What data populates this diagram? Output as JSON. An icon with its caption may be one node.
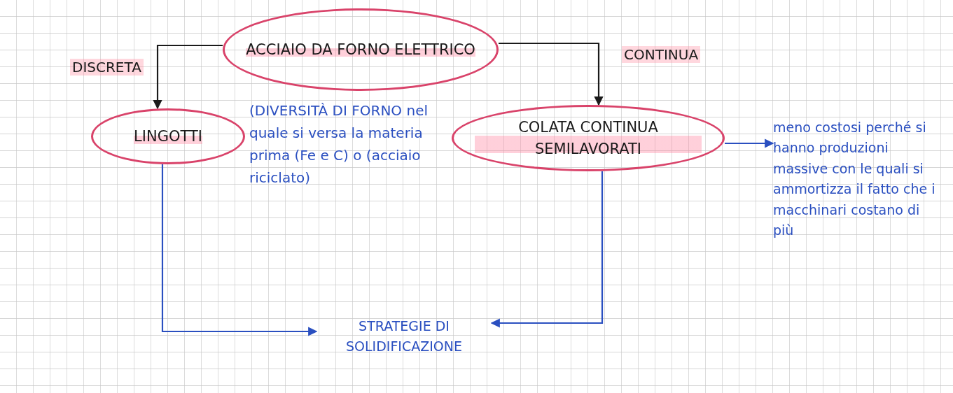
{
  "diagram": {
    "nodes": [
      {
        "text": [
          "ACCIAIO DA FORNO ELETTRICO"
        ]
      },
      {
        "text": [
          "LINGOTTI"
        ]
      },
      {
        "text": [
          "COLATA CONTINUA SEMILAVORATI"
        ]
      },
      {
        "text": [
          "meno costosi perché si hanno produzioni massive con le quali si ammortizza il fatto che i macchinari costano di più"
        ]
      },
      {
        "text": [
          "STRATEGIE DI SOLIDIFICAZIONE"
        ]
      }
    ],
    "edges": [
      {
        "from": 0,
        "to": 1,
        "arrow": "to",
        "label": "DISCRETA",
        "color": "#1a1a1a"
      },
      {
        "from": 0,
        "to": 2,
        "arrow": "to",
        "label": "CONTINUA",
        "color": "#1a1a1a"
      },
      {
        "from": 2,
        "to": 3,
        "arrow": "to"
      },
      {
        "from": 1,
        "to": 4,
        "arrow": "to"
      },
      {
        "from": 2,
        "to": 4,
        "arrow": "to"
      }
    ],
    "labels": [
      "(DIVERSITÀ DI FORNO nel quale si versa la materia prima (Fe e C) o (acciaio riciclato)"
    ]
  }
}
